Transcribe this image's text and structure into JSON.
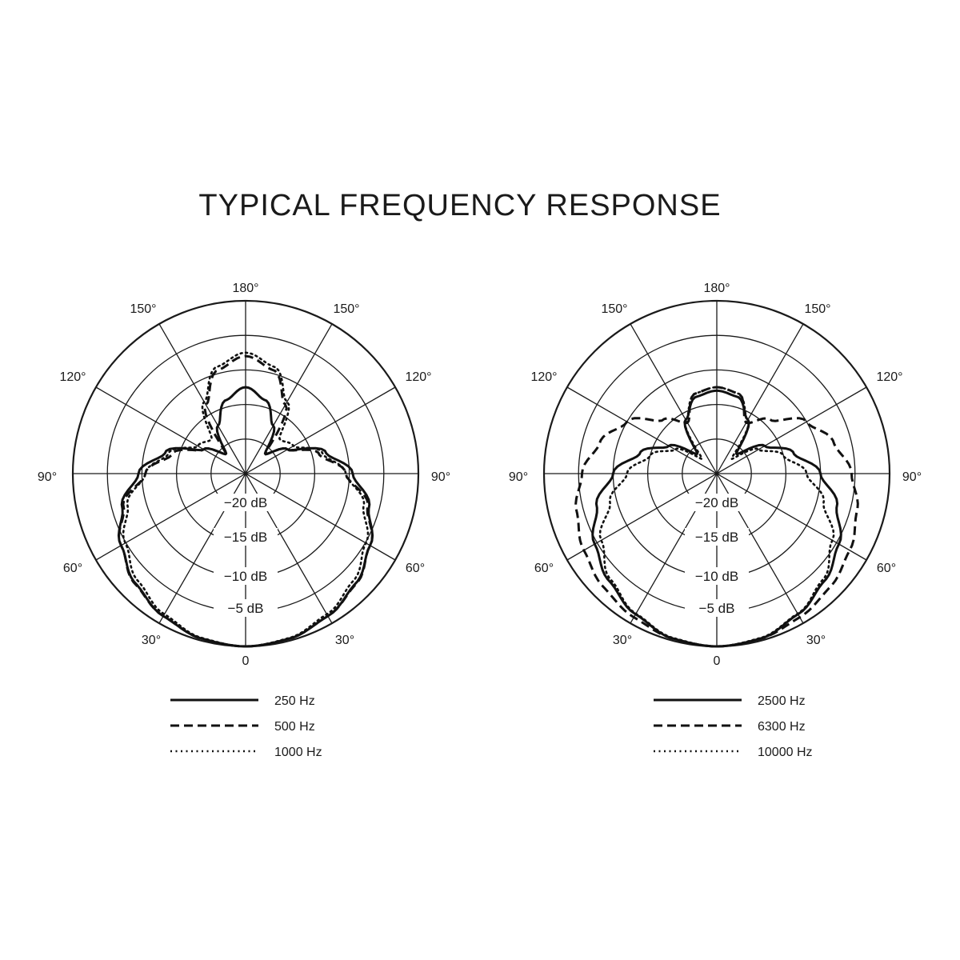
{
  "title": "TYPICAL FREQUENCY RESPONSE",
  "chart_data": [
    {
      "type": "polar",
      "title": "",
      "angle_labels": [
        "180°",
        "150°",
        "150°",
        "120°",
        "120°",
        "90°",
        "90°",
        "60°",
        "60°",
        "30°",
        "30°",
        "0"
      ],
      "radial_labels": [
        "−20 dB",
        "−15 dB",
        "−10 dB",
        "−5 dB"
      ],
      "radial_range_db": [
        -25,
        0
      ],
      "grid": true,
      "legend_position": "bottom",
      "theta_deg": [
        0,
        15,
        30,
        45,
        60,
        75,
        90,
        105,
        120,
        135,
        150,
        165,
        180
      ],
      "series": [
        {
          "name": "250 Hz",
          "style": "solid",
          "db": [
            0,
            -0.3,
            -1.2,
            -2.5,
            -4.2,
            -6.5,
            -9.5,
            -13,
            -18,
            -21,
            -17,
            -14,
            -12.5
          ]
        },
        {
          "name": "500 Hz",
          "style": "dashed",
          "db": [
            0,
            -0.3,
            -1.2,
            -2.4,
            -4.2,
            -6.7,
            -10.5,
            -14,
            -18,
            -21,
            -13.5,
            -9.5,
            -8.0
          ]
        },
        {
          "name": "1000 Hz",
          "style": "dotted",
          "db": [
            0,
            -0.4,
            -1.5,
            -3.0,
            -4.9,
            -7.3,
            -10.5,
            -13.5,
            -17,
            -18,
            -13,
            -9.0,
            -7.5
          ]
        }
      ]
    },
    {
      "type": "polar",
      "title": "",
      "angle_labels": [
        "180°",
        "150°",
        "150°",
        "120°",
        "120°",
        "90°",
        "90°",
        "60°",
        "60°",
        "30°",
        "30°",
        "0"
      ],
      "radial_labels": [
        "−20 dB",
        "−15 dB",
        "−10 dB",
        "−5 dB"
      ],
      "radial_range_db": [
        -25,
        0
      ],
      "grid": true,
      "legend_position": "bottom",
      "theta_deg": [
        0,
        15,
        30,
        45,
        60,
        75,
        90,
        105,
        120,
        135,
        150,
        165,
        180
      ],
      "series": [
        {
          "name": "2500 Hz",
          "style": "solid",
          "db": [
            0,
            -0.3,
            -1.5,
            -3.0,
            -4.6,
            -7.0,
            -10.0,
            -13.5,
            -17,
            -21,
            -16,
            -13.5,
            -13.0
          ]
        },
        {
          "name": "6300 Hz",
          "style": "dashed",
          "db": [
            0,
            -0.3,
            -1.0,
            -1.8,
            -2.8,
            -4.0,
            -5.5,
            -7.5,
            -10,
            -14,
            -16.5,
            -13,
            -12.5
          ]
        },
        {
          "name": "10000 Hz",
          "style": "dotted",
          "db": [
            0,
            -0.4,
            -1.6,
            -3.3,
            -5.7,
            -9.0,
            -12.0,
            -15.0,
            -18,
            -22,
            -16,
            -13,
            -12.5
          ]
        }
      ]
    }
  ]
}
